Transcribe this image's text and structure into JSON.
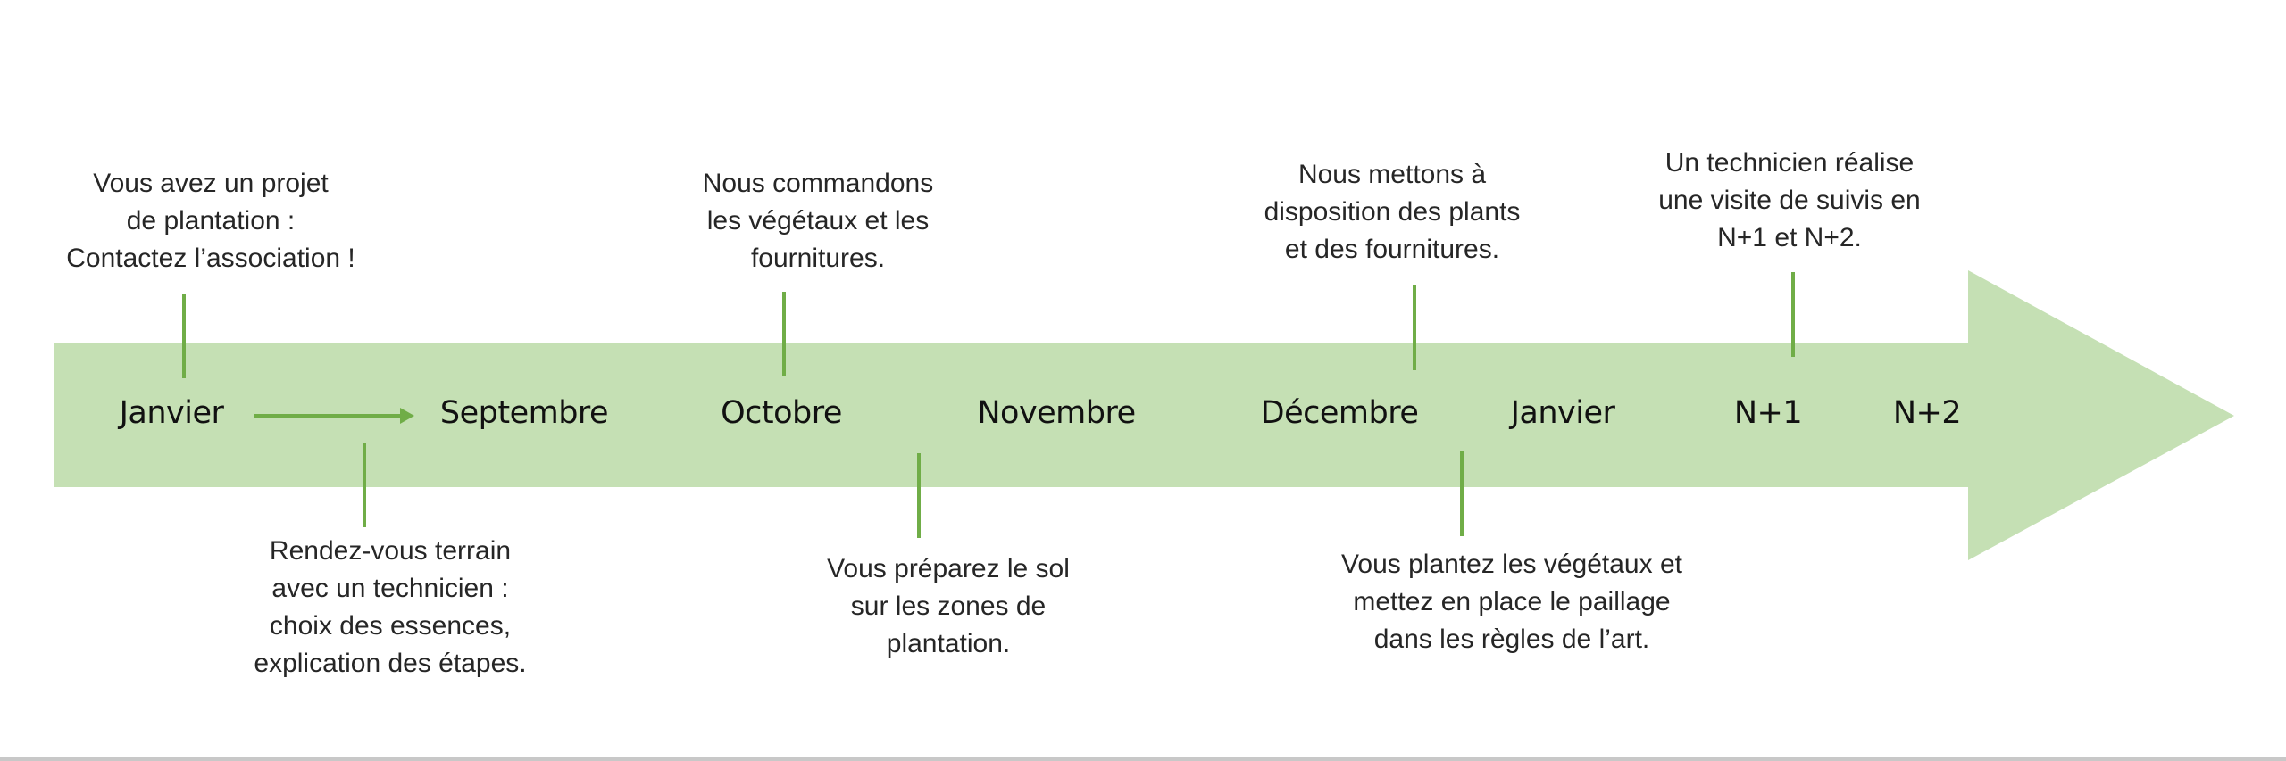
{
  "colors": {
    "band": "#c5e0b4",
    "accent": "#70ad47",
    "text": "#262626"
  },
  "months": [
    "Janvier",
    "Septembre",
    "Octobre",
    "Novembre",
    "Décembre",
    "Janvier",
    "N+1",
    "N+2"
  ],
  "notes": {
    "contact": [
      "Vous avez un projet",
      "de plantation :",
      "Contactez l’association !"
    ],
    "rendezvous": [
      "Rendez-vous terrain",
      "avec un technicien :",
      "choix des essences,",
      "explication des étapes."
    ],
    "commande": [
      "Nous commandons",
      "les végétaux et les",
      "fournitures."
    ],
    "preparation": [
      "Vous préparez le sol",
      "sur les zones de",
      "plantation."
    ],
    "mise_disposition": [
      "Nous mettons à",
      "disposition des plants",
      "et des fournitures."
    ],
    "plantation": [
      "Vous plantez les végétaux et",
      "mettez en place le paillage",
      "dans les règles de l’art."
    ],
    "suivi": [
      "Un technicien réalise",
      "une visite de suivis en",
      "N+1 et N+2."
    ]
  }
}
